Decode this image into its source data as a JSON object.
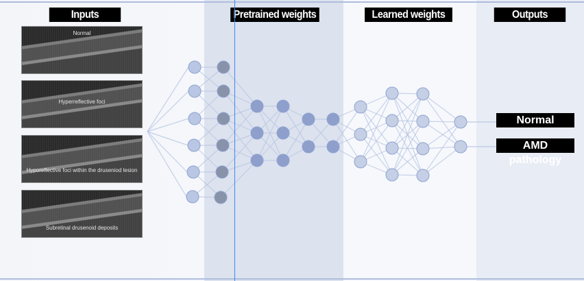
{
  "headers": {
    "inputs": "Inputs",
    "pretrained": "Pretrained weights",
    "learned": "Learned weights",
    "outputs": "Outputs"
  },
  "input_images": [
    {
      "label": "Normal"
    },
    {
      "label": "Hyperreflective foci"
    },
    {
      "label": "Hyporeflective foci within the druseniod lesion"
    },
    {
      "label": "Subretinal drusenoid deposits"
    }
  ],
  "output_labels": {
    "normal": "Normal",
    "amd": "AMD pathology"
  },
  "colors": {
    "input_node": "#b9c7e4",
    "pretrained_node_gray": "#8893aa",
    "pretrained_node_blue": "#8f9fcc",
    "learned_node": "#c5cfe5",
    "edge": "#b8c5e2"
  }
}
